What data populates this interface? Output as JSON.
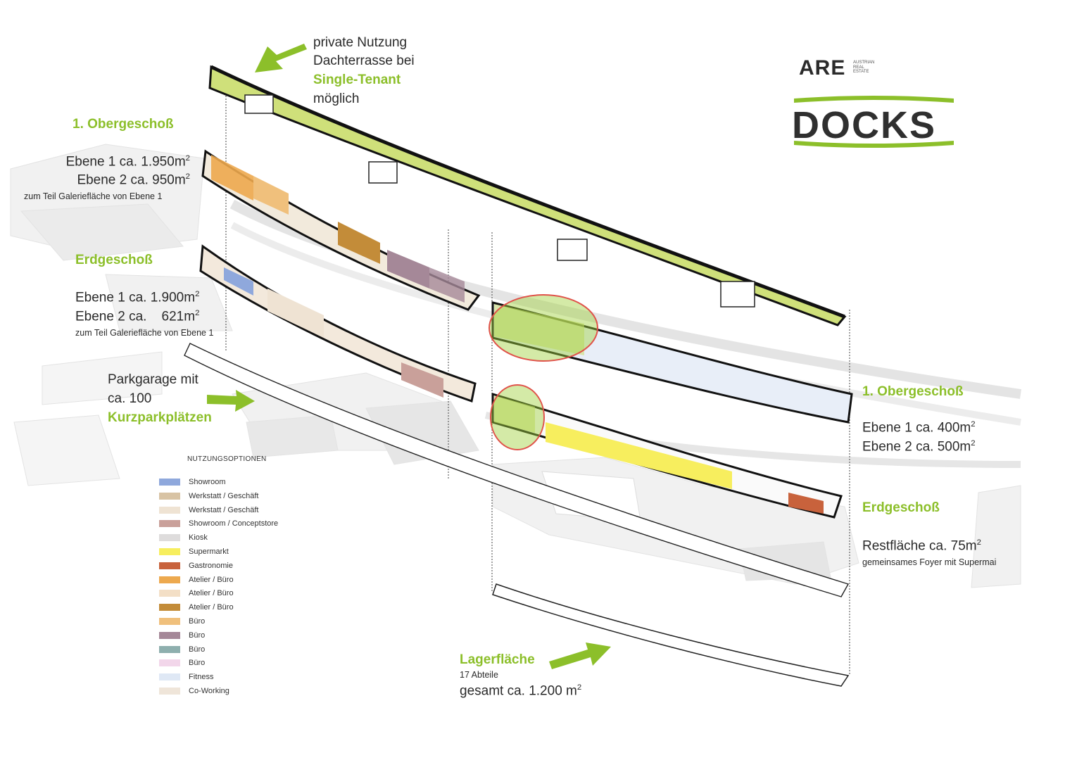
{
  "roof": {
    "lines": [
      "private Nutzung",
      "Dachterrasse bei"
    ],
    "highlight": "Single-Tenant",
    "last": "möglich"
  },
  "left_upper": {
    "title": "1. Obergeschoß",
    "line1": "Ebene 1 ca. 1.950m",
    "line2": "Ebene 2 ca. 950m",
    "sup": "2",
    "note": "zum Teil Galeriefläche von Ebene 1"
  },
  "left_ground": {
    "title": "Erdgeschoß",
    "line1": "Ebene 1 ca. 1.900m",
    "line2": "Ebene 2 ca.    621m",
    "sup": "2",
    "note": "zum Teil Galeriefläche von Ebene 1"
  },
  "parking": {
    "line1": "Parkgarage mit",
    "line2": "ca. 100",
    "highlight": "Kurzparkplätzen"
  },
  "right_upper": {
    "title": "1. Obergeschoß",
    "line1": "Ebene 1 ca. 400m",
    "line2": "Ebene 2 ca. 500m",
    "sup": "2"
  },
  "right_ground": {
    "title": "Erdgeschoß",
    "line1": "Restfläche ca. 75m",
    "sup": "2",
    "note": "gemeinsames Foyer mit Supermai"
  },
  "storage": {
    "title": "Lagerfläche",
    "sub": "17 Abteile",
    "total": "gesamt ca. 1.200 m",
    "sup": "2"
  },
  "logo": {
    "are": "ARE",
    "sub": [
      "AUSTRIAN",
      "REAL",
      "ESTATE"
    ],
    "docks": "DOCKS",
    "accent": "#8cbf2a"
  },
  "legend": {
    "title": "NUTZUNGSOPTIONEN",
    "items": [
      {
        "label": "Showroom",
        "color": "#8fa8dc"
      },
      {
        "label": "Werkstatt / Geschäft",
        "color": "#d8c3a4"
      },
      {
        "label": "Werkstatt / Geschäft",
        "color": "#efe3d3"
      },
      {
        "label": "Showroom / Conceptstore",
        "color": "#c9a09a"
      },
      {
        "label": "Kiosk",
        "color": "#dedcdc"
      },
      {
        "label": "Supermarkt",
        "color": "#f7ee5e"
      },
      {
        "label": "Gastronomie",
        "color": "#c8623c"
      },
      {
        "label": "Atelier / Büro",
        "color": "#eda94e"
      },
      {
        "label": "Atelier / Büro",
        "color": "#f3dfc6"
      },
      {
        "label": "Atelier / Büro",
        "color": "#c38c39"
      },
      {
        "label": "Büro",
        "color": "#f0c07c"
      },
      {
        "label": "Büro",
        "color": "#a58898"
      },
      {
        "label": "Büro",
        "color": "#8eafae"
      },
      {
        "label": "Büro",
        "color": "#f2d6ea"
      },
      {
        "label": "Fitness",
        "color": "#dfe8f5"
      },
      {
        "label": "Co-Working",
        "color": "#efe5d9"
      }
    ]
  },
  "colors": {
    "green": "#8cbf2a",
    "roof_green": "#cfe07a",
    "highlight_ring": "#e0524a"
  }
}
